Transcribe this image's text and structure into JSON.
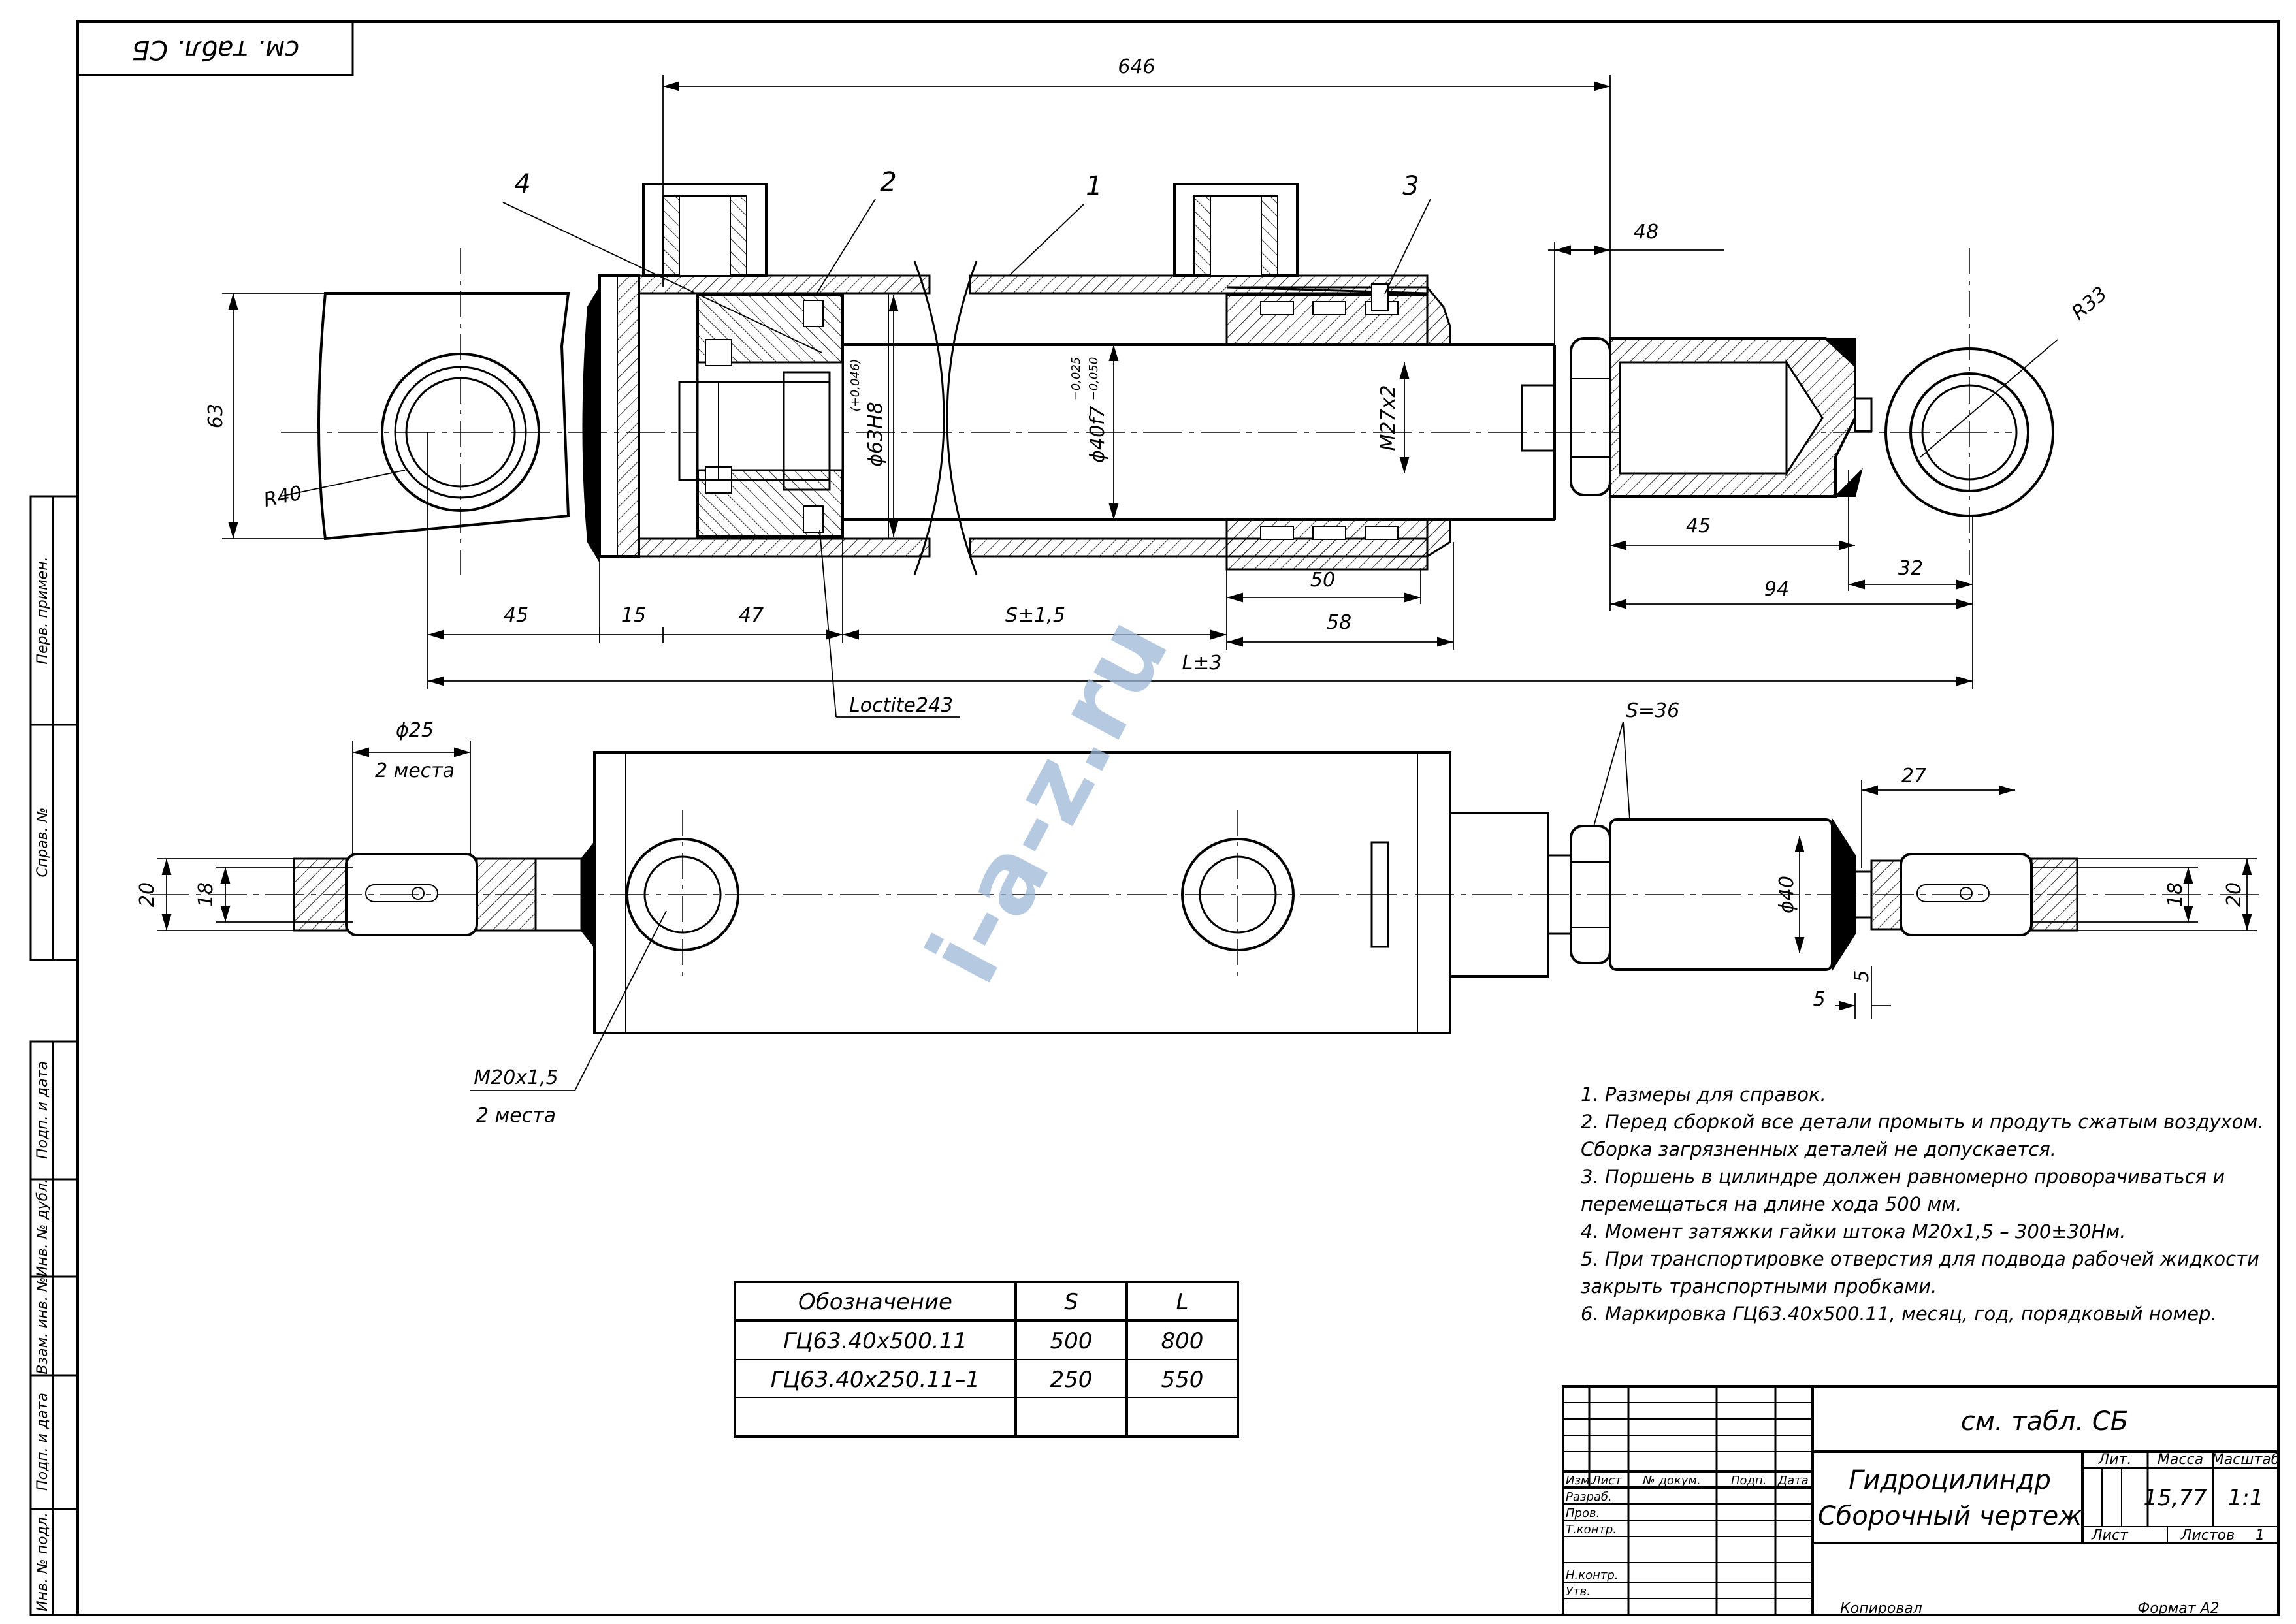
{
  "corner_stamp": "см. табл. СБ",
  "dimensions": {
    "overall": "646",
    "d48": "48",
    "d63": "63",
    "r40": "R40",
    "r33": "R33",
    "phi63": "ϕ63H8",
    "phi63_tol": "(+0,046)",
    "phi40": "ϕ40f7",
    "phi40_tol_up": "−0,025",
    "phi40_tol_low": "−0,050",
    "m27": "M27x2",
    "d45": "45",
    "d15": "15",
    "d47": "47",
    "stroke": "S±1,5",
    "d50": "50",
    "d58": "58",
    "d45r": "45",
    "d94": "94",
    "d32": "32",
    "length": "L±3",
    "loctite": "Loctite243",
    "phi25": "ϕ25",
    "places_2a": "2 места",
    "d20l": "20",
    "d18l": "18",
    "m20": "M20x1,5",
    "places_2b": "2 места",
    "s36": "S=36",
    "d27": "27",
    "phi40b": "ϕ40",
    "d18r": "18",
    "d20r": "20",
    "d5a": "5",
    "d5b": "5"
  },
  "callouts": [
    "1",
    "2",
    "3",
    "4"
  ],
  "watermark": "i-a-z.ru",
  "notes": [
    "1. Размеры для справок.",
    "2. Перед сборкой все детали промыть и продуть сжатым воздухом.",
    "Сборка загрязненных деталей не допускается.",
    "3. Поршень в цилиндре должен равномерно проворачиваться и",
    "перемещаться на длине хода 500 мм.",
    "4. Момент затяжки гайки штока М20х1,5 – 300±30Нм.",
    "5. При транспортировке отверстия для подвода рабочей жидкости",
    "закрыть транспортными пробками.",
    "6. Маркировка ГЦ63.40х500.11, месяц, год, порядковый номер."
  ],
  "variants_table": {
    "headers": [
      "Обозначение",
      "S",
      "L"
    ],
    "rows": [
      [
        "ГЦ63.40х500.11",
        "500",
        "800"
      ],
      [
        "ГЦ63.40х250.11–1",
        "250",
        "550"
      ]
    ]
  },
  "side_labels": [
    "Перв. примен.",
    "Справ. №",
    "Подп. и дата",
    "Инв. № дубл.",
    "Взам. инв. №",
    "Подп. и дата",
    "Инв. № подл."
  ],
  "title_block": {
    "designation": "см. табл. СБ",
    "name_line1": "Гидроцилиндр",
    "name_line2": "Сборочный чертеж",
    "col_izm": "Изм.",
    "col_list": "Лист",
    "col_doc": "№ докум.",
    "col_podp": "Подп.",
    "col_data": "Дата",
    "row_razrab": "Разраб.",
    "row_prov": "Пров.",
    "row_tkontr": "Т.контр.",
    "row_nkontr": "Н.контр.",
    "row_utv": "Утв.",
    "lit_label": "Лит.",
    "mass_label": "Масса",
    "scale_label": "Масштаб",
    "mass": "15,77",
    "scale": "1:1",
    "sheet_label": "Лист",
    "sheets_label": "Листов",
    "sheets": "1",
    "copied": "Копировал",
    "format": "Формат  А2"
  }
}
